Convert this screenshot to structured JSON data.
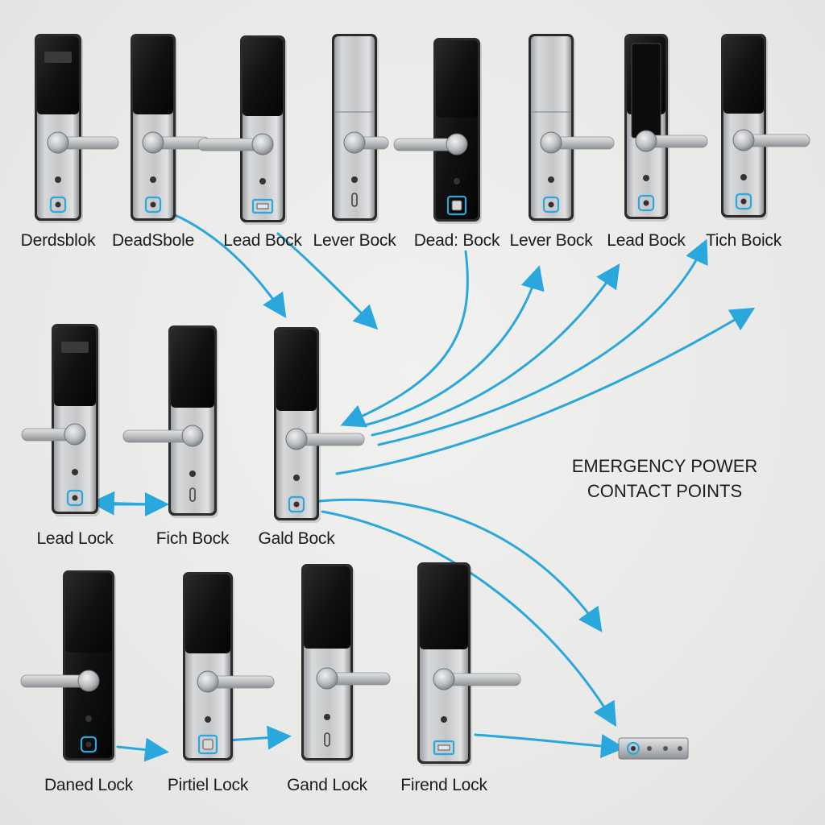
{
  "heading": {
    "line1": "EMERGENCY POWER",
    "line2": "CONTACT POINTS"
  },
  "colors": {
    "accent": "#2aa7dc",
    "panel_dark": "#151515",
    "panel_silver": "#c6c8ca",
    "handle": "#c2c4c6",
    "label": "#1c1c1c"
  },
  "rows": [
    {
      "locks": [
        {
          "label": "Derdsblok",
          "top": "black-window",
          "body": "silver",
          "contact": "dot"
        },
        {
          "label": "DeadSbole",
          "top": "black",
          "body": "silver",
          "contact": "ring"
        },
        {
          "label": "Lead Bock",
          "top": "black",
          "body": "silver",
          "contact": "usb"
        },
        {
          "label": "Lever Bock",
          "top": "silver",
          "body": "silver",
          "contact": "slot"
        },
        {
          "label": "Dead: Bock",
          "top": "black",
          "body": "black",
          "contact": "square"
        },
        {
          "label": "Lever Bock",
          "top": "silver",
          "body": "silver",
          "contact": "ring"
        },
        {
          "label": "Lead Bock",
          "top": "black-inset",
          "body": "silver",
          "contact": "ring"
        },
        {
          "label": "Tich Boick",
          "top": "black",
          "body": "silver",
          "contact": "ring"
        }
      ]
    },
    {
      "locks": [
        {
          "label": "Lead Lock",
          "top": "black-window",
          "body": "silver",
          "contact": "ring"
        },
        {
          "label": "Fich Bock",
          "top": "black",
          "body": "silver",
          "contact": "slot"
        },
        {
          "label": "Gald Bock",
          "top": "black",
          "body": "silver",
          "contact": "ring"
        }
      ]
    },
    {
      "locks": [
        {
          "label": "Daned Lock",
          "top": "black",
          "body": "black",
          "contact": "ring"
        },
        {
          "label": "Pirtiel Lock",
          "top": "black",
          "body": "silver",
          "contact": "square"
        },
        {
          "label": "Gand Lock",
          "top": "black",
          "body": "silver",
          "contact": "slot"
        },
        {
          "label": "Firend Lock",
          "top": "black",
          "body": "silver",
          "contact": "usb"
        }
      ]
    }
  ]
}
